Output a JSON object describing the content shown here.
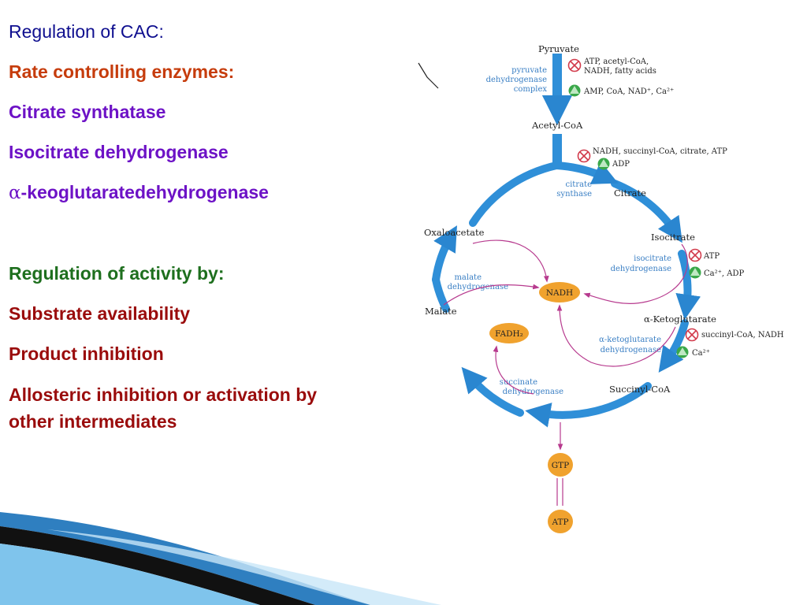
{
  "colors": {
    "heading": "#0f0f8f",
    "orange": "#c63c0c",
    "purple": "#6d12c6",
    "green": "#1e6f1e",
    "darkred": "#9a0c0c",
    "cycle_blue": "#2f8fd8",
    "magenta": "#b73a8e",
    "enzyme_blue": "#3a7fc4",
    "node_orange": "#f0a22e",
    "inhibit_red": "#d23b4c",
    "activate_green": "#3aa84a"
  },
  "left_panel": {
    "heading": "Regulation of CAC:",
    "rate_title": "Rate controlling enzymes:",
    "enzyme1": "Citrate synthatase",
    "enzyme2": "Isocitrate dehydrogenase",
    "enzyme3_symbol": "α",
    "enzyme3_rest": "-keoglutaratedehydrogenase",
    "regulation_title": "Regulation of activity by:",
    "item1": "Substrate availability",
    "item2": "Product inhibition",
    "item3_line1": "Allosteric inhibition or activation by",
    "item3_line2": "other intermediates"
  },
  "diagram": {
    "metabolites": {
      "pyruvate": "Pyruvate",
      "acetyl_coa": "Acetyl-CoA",
      "citrate": "Citrate",
      "isocitrate": "Isocitrate",
      "ketoglutarate": "α-Ketoglutarate",
      "succinyl_coa": "Succinyl-CoA",
      "malate": "Malate",
      "oxaloacetate": "Oxaloacetate"
    },
    "enzymes": {
      "pdh_line1": "pyruvate",
      "pdh_line2": "dehydrogenase",
      "pdh_line3": "complex",
      "cs_line1": "citrate",
      "cs_line2": "synthase",
      "idh_line1": "isocitrate",
      "idh_line2": "dehydrogenase",
      "akgdh_line1": "α-ketoglutarate",
      "akgdh_line2": "dehydrogenase",
      "sdh_line1": "succinate",
      "sdh_line2": "dehydrogenase",
      "mdh_line1": "malate",
      "mdh_line2": "dehydrogenase"
    },
    "regulators": {
      "pdh_inhibitors_line1": "ATP, acetyl-CoA,",
      "pdh_inhibitors_line2": "NADH, fatty acids",
      "pdh_activators": "AMP, CoA, NAD⁺, Ca²⁺",
      "cs_inhibitors": "NADH, succinyl-CoA, citrate, ATP",
      "cs_activators": "ADP",
      "idh_inhibitors": "ATP",
      "idh_activators": "Ca²⁺, ADP",
      "akgdh_inhibitors": "succinyl-CoA, NADH",
      "akgdh_activators": "Ca²⁺"
    },
    "products": {
      "nadh": "NADH",
      "fadh2": "FADH₂",
      "gtp": "GTP",
      "atp": "ATP"
    }
  }
}
